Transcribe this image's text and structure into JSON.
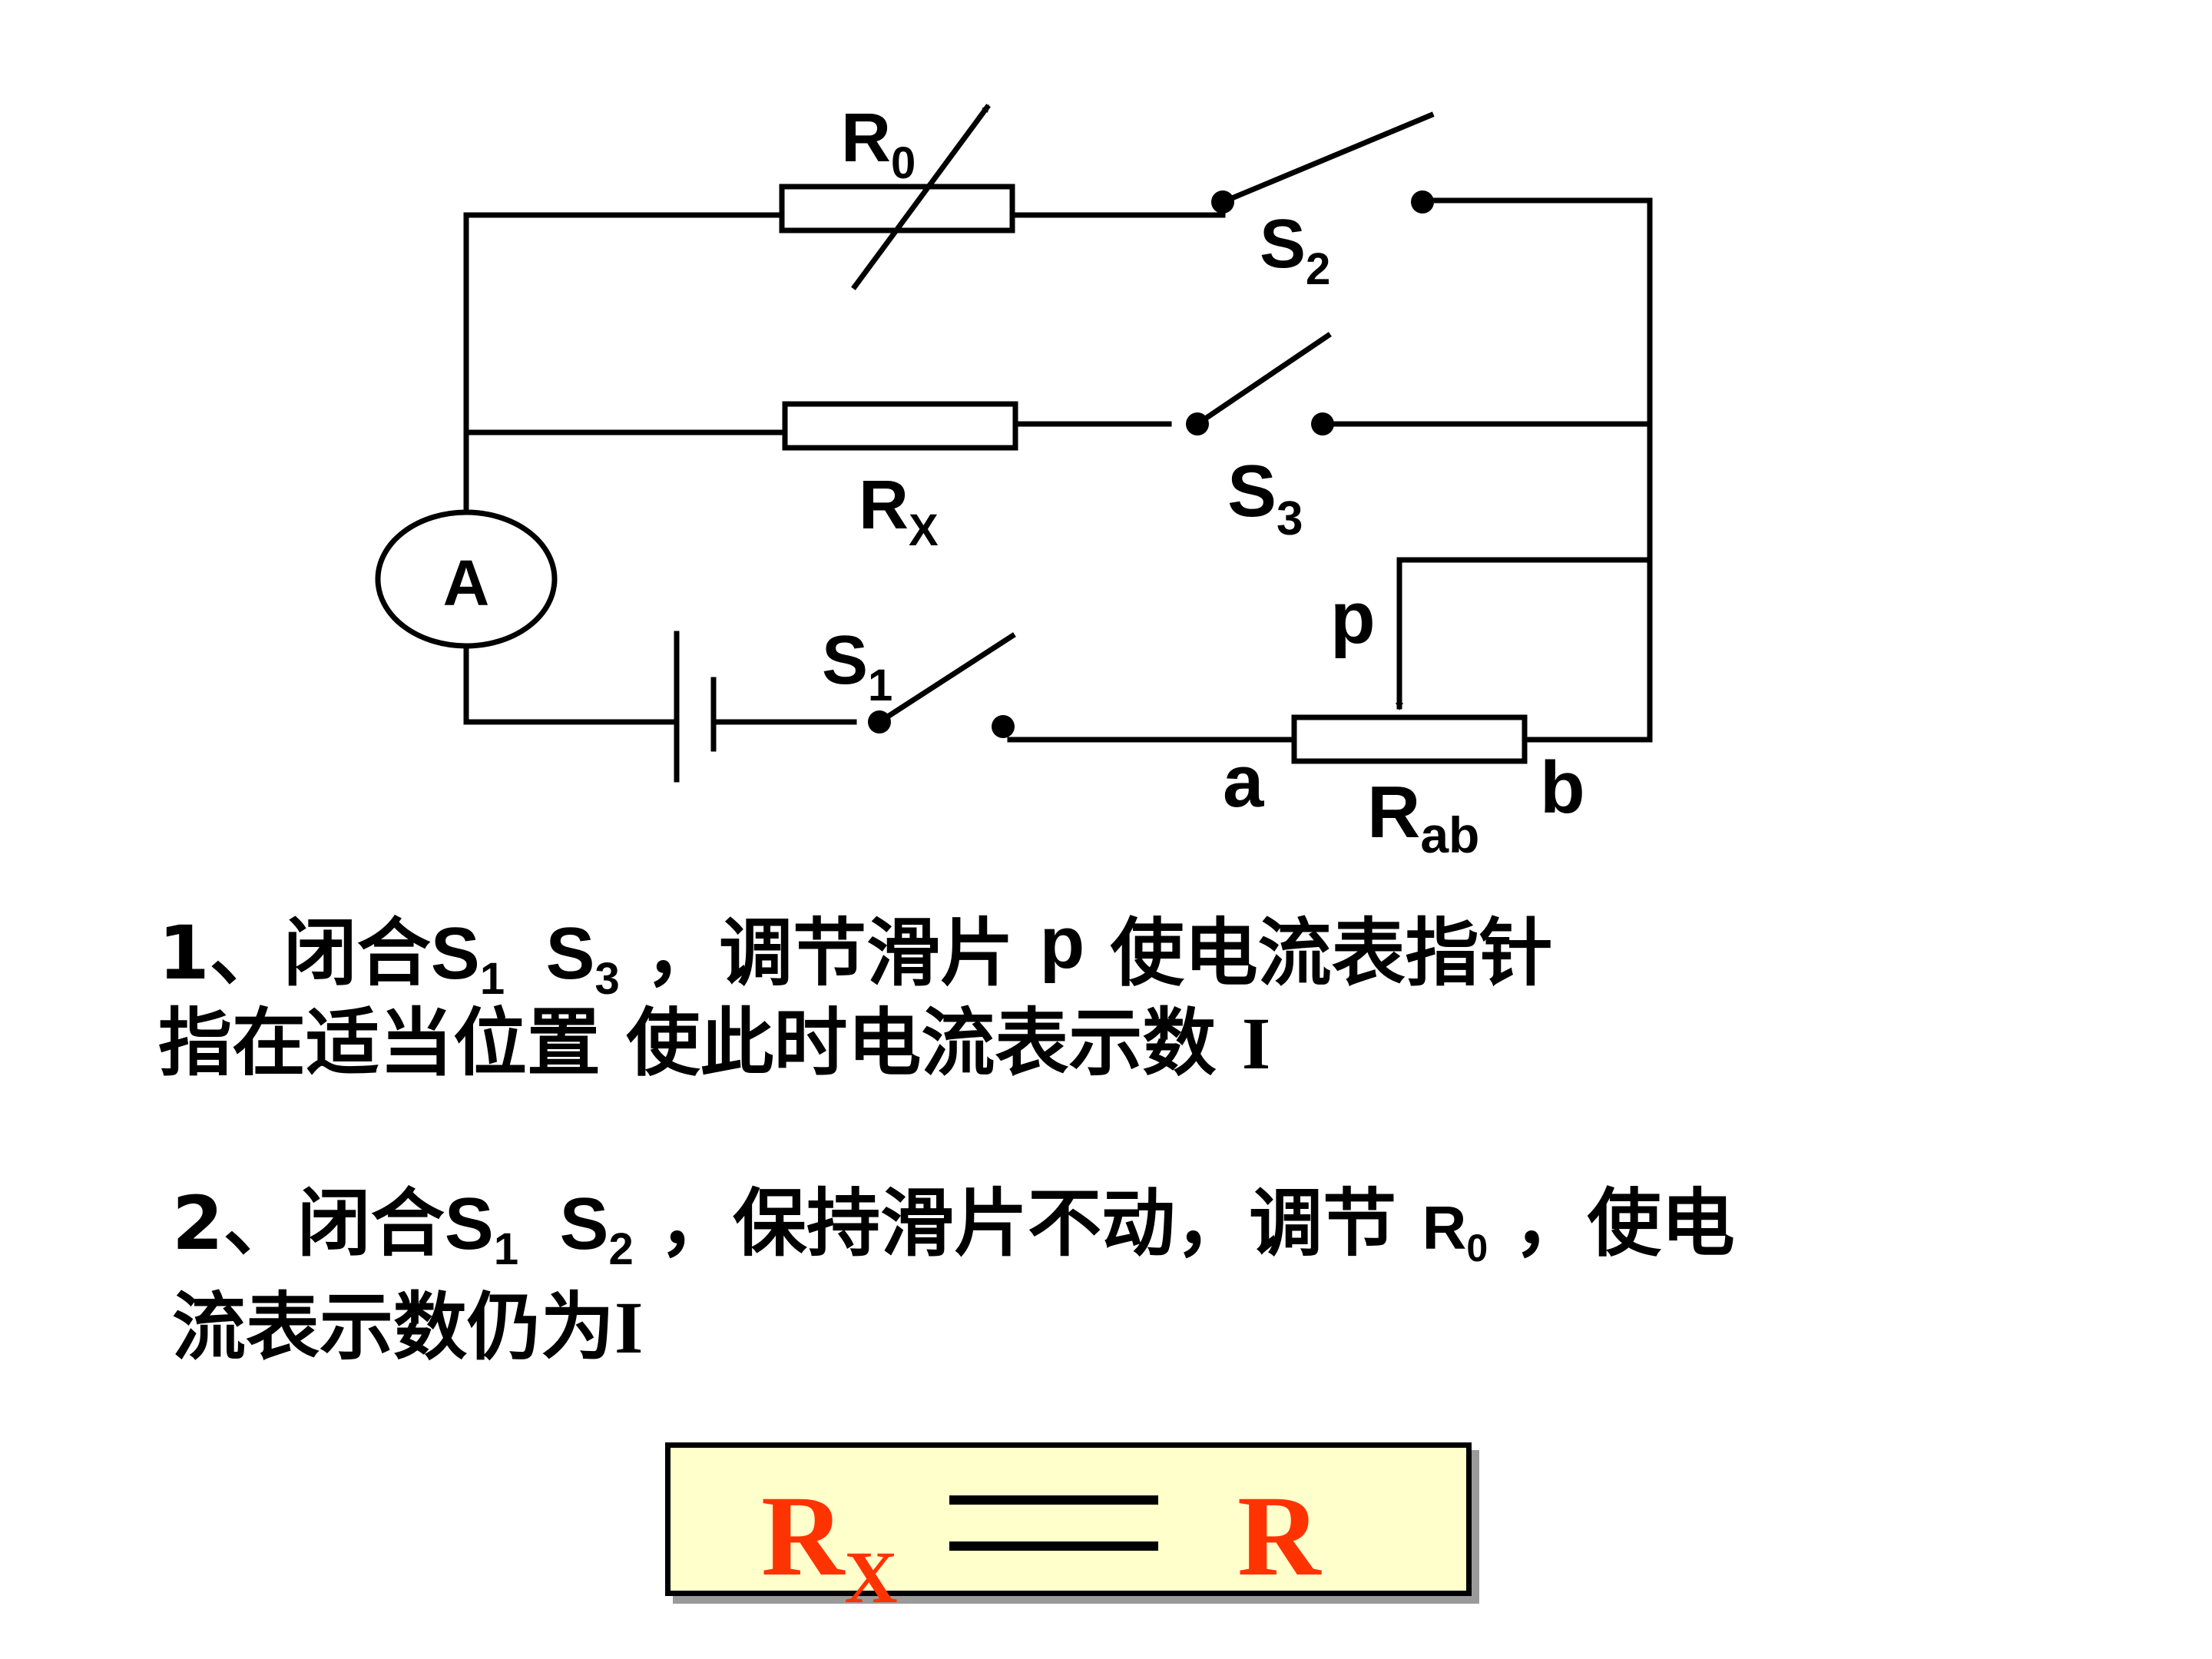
{
  "diagram": {
    "labels": {
      "r0": {
        "main": "R",
        "sub": "0"
      },
      "s2": {
        "main": "S",
        "sub": "2"
      },
      "rx": {
        "main": "R",
        "sub": "X"
      },
      "s3": {
        "main": "S",
        "sub": "3"
      },
      "ammeter": "A",
      "s1": {
        "main": "S",
        "sub": "1"
      },
      "p": "p",
      "a": "a",
      "b": "b",
      "rab": {
        "main": "R",
        "sub": "ab"
      }
    }
  },
  "step1": {
    "line1": {
      "prefix": "1、闭合",
      "s_a": "S",
      "s_a_sub": "1",
      "s_b": "S",
      "s_b_sub": "3",
      "mid": " ，调节滑片 ",
      "p": "p",
      "suffix": " 使电流表指针"
    },
    "line2": {
      "text": "指在适当位置 使此时电流表示数 ",
      "i": "I"
    }
  },
  "step2": {
    "line1": {
      "prefix": "2、闭合",
      "s_a": "S",
      "s_a_sub": "1",
      "s_b": "S",
      "s_b_sub": "2",
      "mid": " ，保持滑片不动，调节 ",
      "r": "R",
      "r_sub": "0",
      "suffix": " ，使电"
    },
    "line2": {
      "text": "流表示数仍为",
      "i": "I"
    }
  },
  "result": {
    "left": "R",
    "left_sub": "X",
    "right": "R"
  },
  "colors": {
    "result_text": "#ff3300",
    "result_bg": "#ffffcc"
  }
}
